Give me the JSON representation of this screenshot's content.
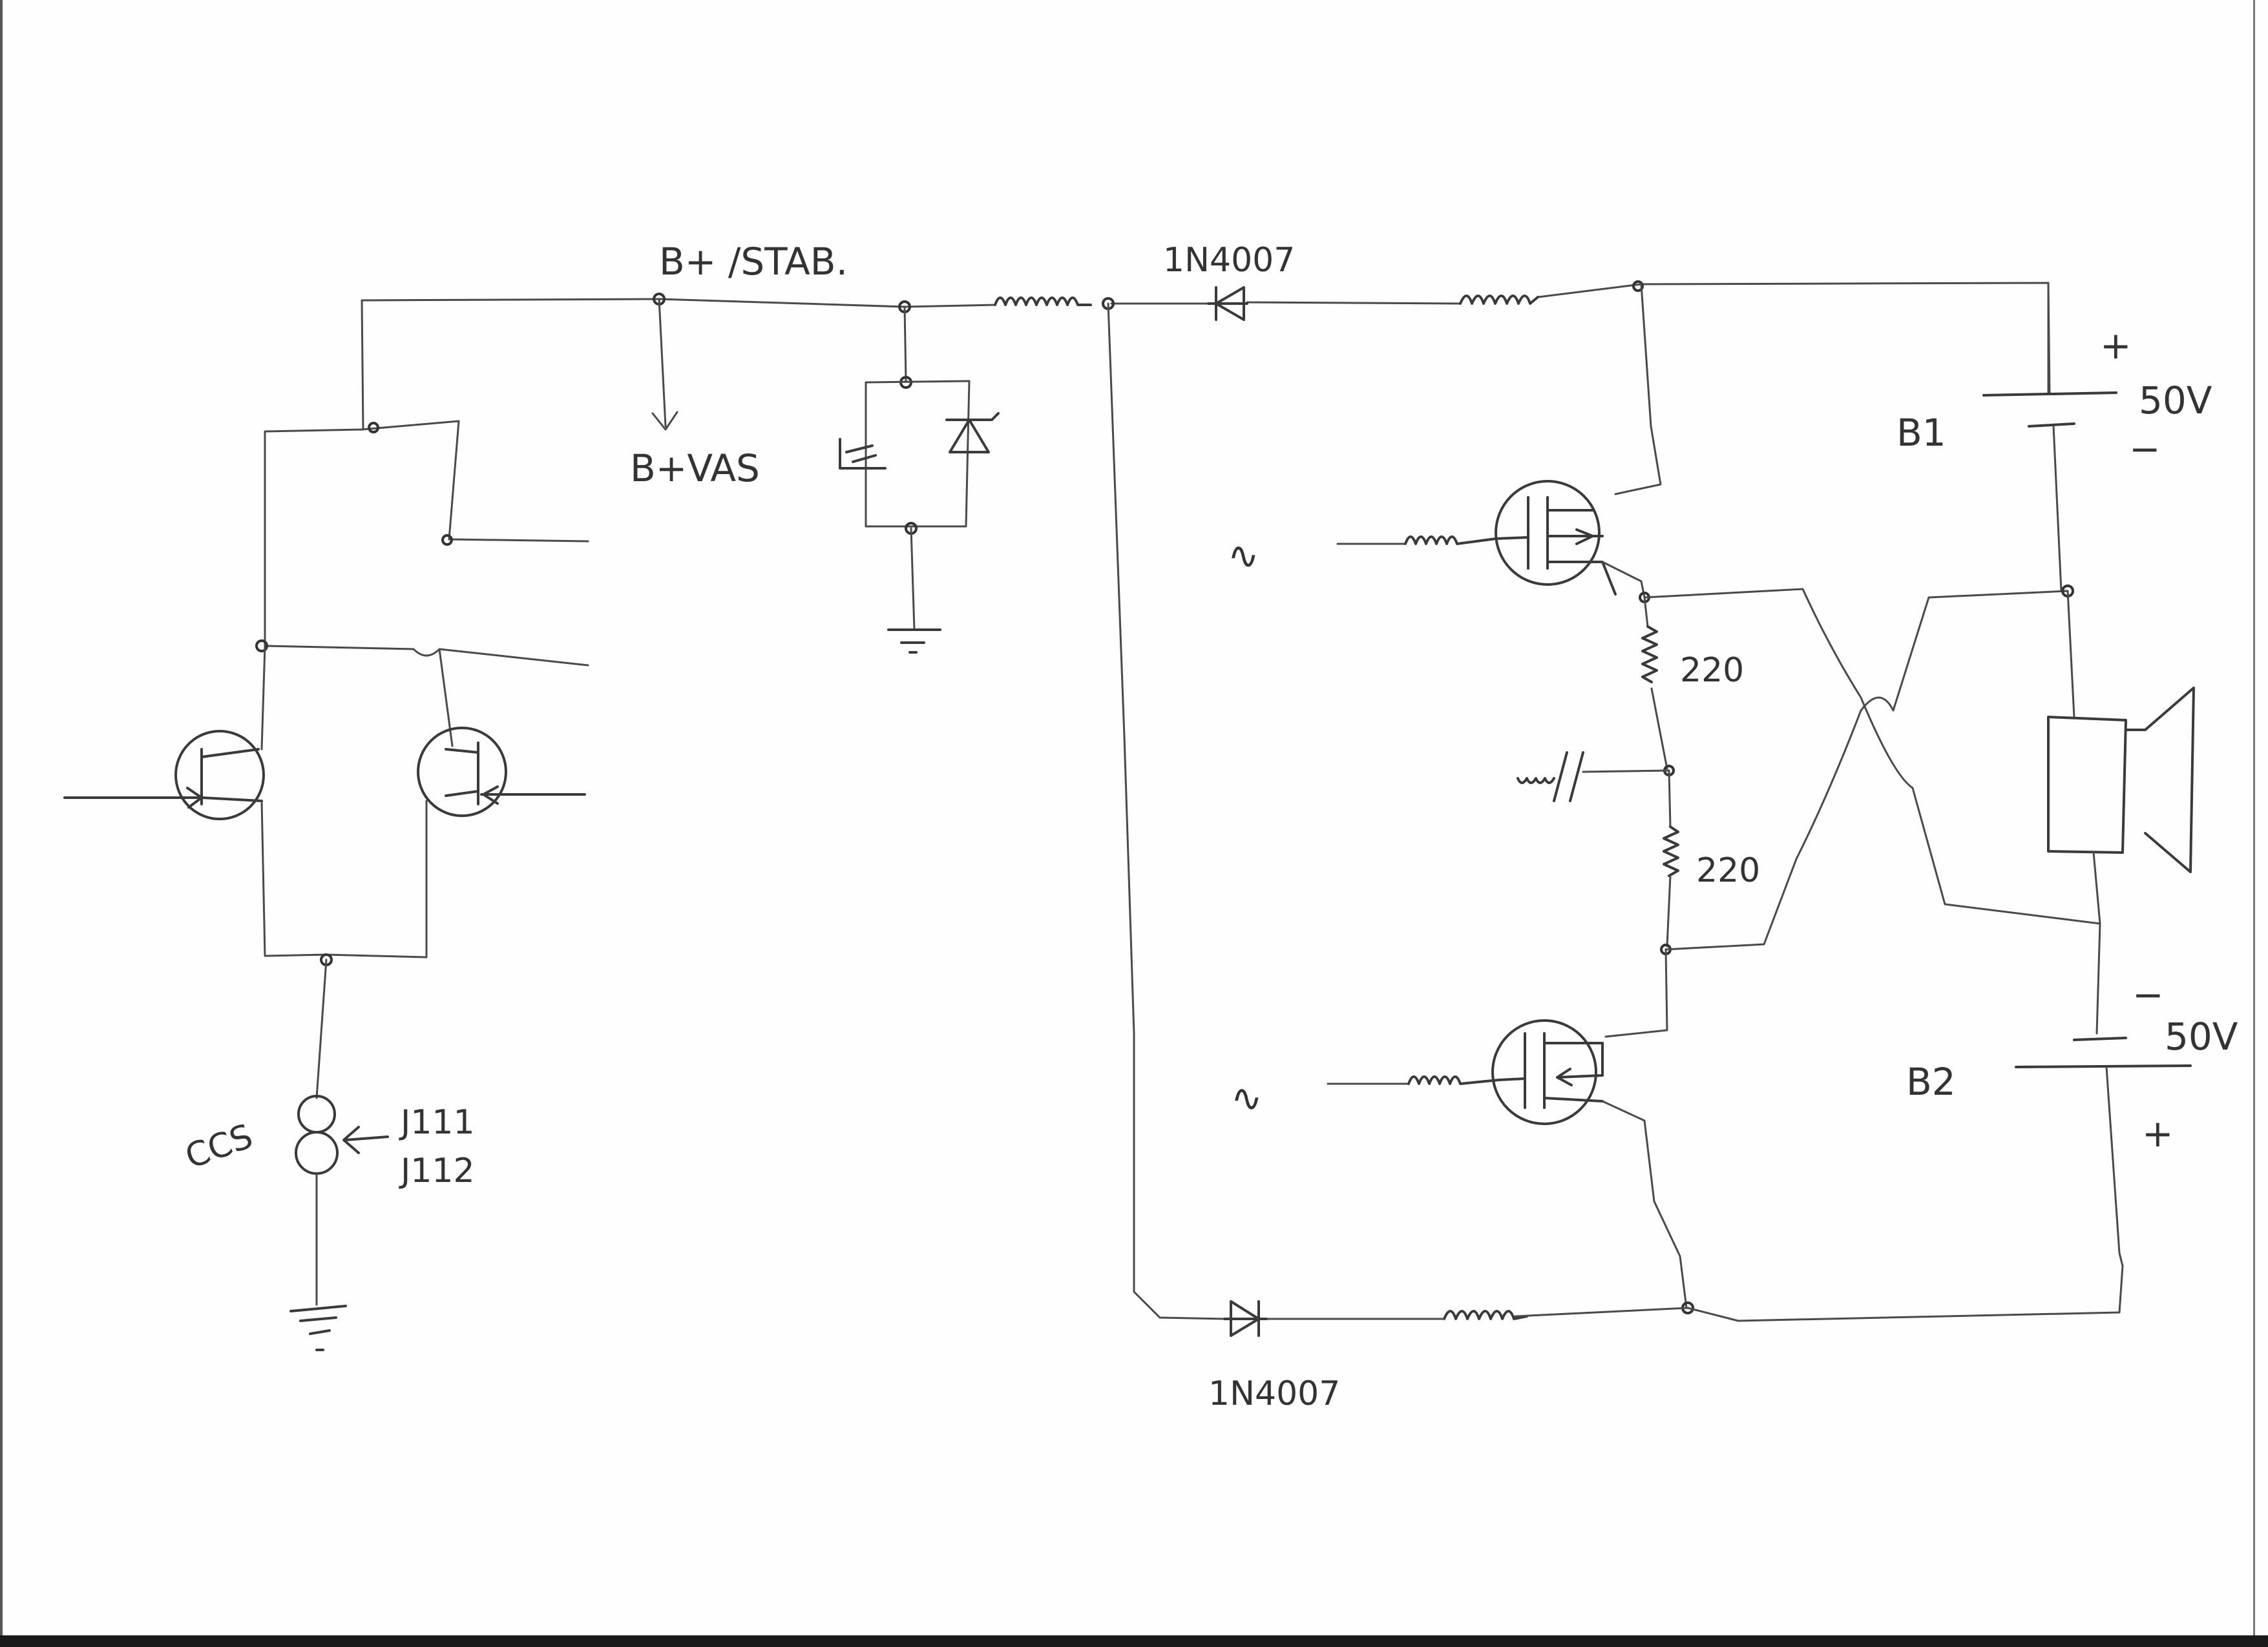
{
  "labels": {
    "b_plus_stab": "B+ /STAB.",
    "b_plus_vas": "B+VAS",
    "diode_top": "1N4007",
    "diode_bottom": "1N4007",
    "input_top": "∿",
    "input_bottom": "∿",
    "r_top": "220",
    "r_bottom": "220",
    "ccs": "CCS",
    "jfet_1": "J111",
    "jfet_2": "J112",
    "batt_1": "B1",
    "batt_1_v": "50V",
    "batt_1_plus": "+",
    "batt_1_minus": "−",
    "batt_2": "B2",
    "batt_2_v": "50V",
    "batt_2_minus": "−",
    "batt_2_plus": "+"
  }
}
